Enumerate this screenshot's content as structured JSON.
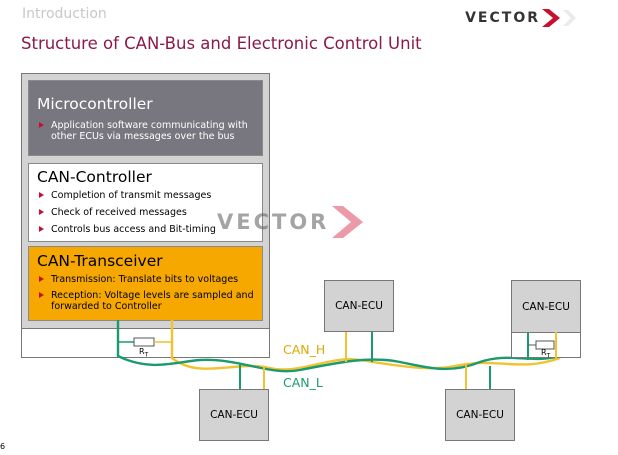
{
  "header": {
    "section": "Introduction",
    "title": "Structure of CAN-Bus and Electronic Control Unit",
    "logo_text": "VECTOR"
  },
  "ecu": {
    "microcontroller": {
      "title": "Microcontroller",
      "bullets": [
        "Application software communicating with other ECUs via messages over the bus"
      ]
    },
    "can_controller": {
      "title": "CAN-Controller",
      "bullets": [
        "Completion of transmit messages",
        "Check of received messages",
        "Controls bus access and Bit-timing"
      ]
    },
    "can_transceiver": {
      "title": "CAN-Transceiver",
      "bullets": [
        "Transmission: Translate bits to voltages",
        "Reception: Voltage levels are sampled and forwarded to Controller"
      ]
    },
    "resistor_label": "R",
    "resistor_sub": "T"
  },
  "nodes": [
    "CAN-ECU",
    "CAN-ECU",
    "CAN-ECU",
    "CAN-ECU"
  ],
  "bus": {
    "high_label": "CAN_H",
    "low_label": "CAN_L",
    "high_color": "#f2c230",
    "low_color": "#1a9a6e"
  },
  "watermark": "VECTOR",
  "page_number": "6"
}
